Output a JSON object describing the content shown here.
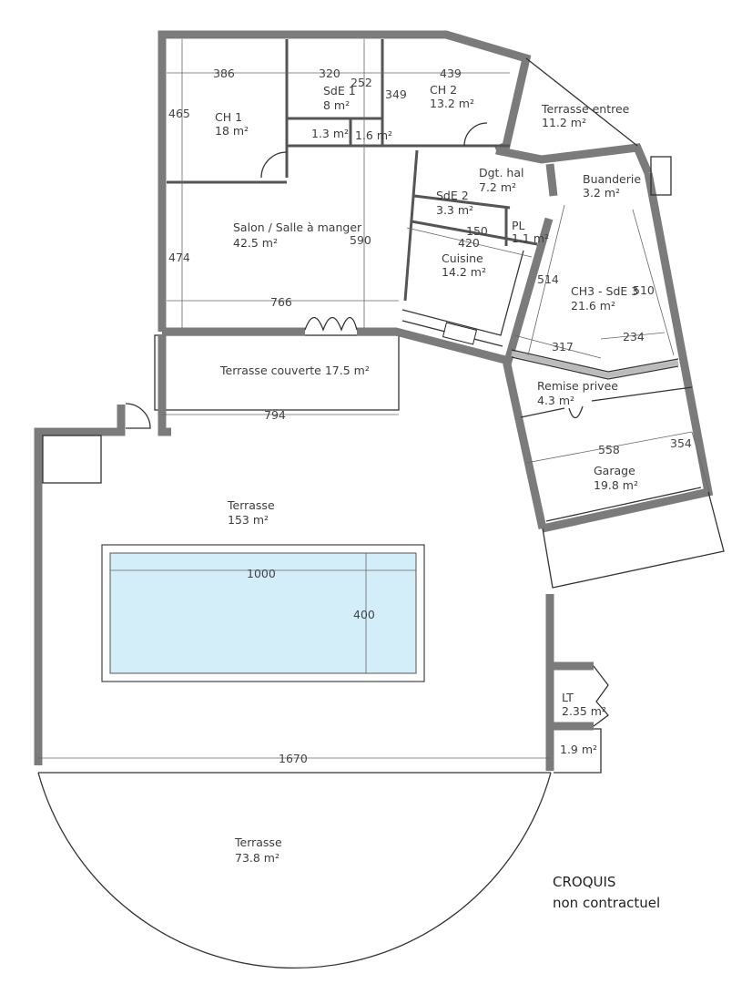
{
  "plan": {
    "pool_color": "#d4eef9",
    "wall_color": "#7b7b7b",
    "rooms": {
      "ch1": {
        "label": "CH 1",
        "area": "18 m²"
      },
      "sde1": {
        "label": "SdE 1",
        "area": "8 m²"
      },
      "wc": {
        "area": "1.3 m²"
      },
      "corridor": {
        "area": "1.6 m²"
      },
      "ch2": {
        "label": "CH 2",
        "area": "13.2 m²"
      },
      "terrasse_entree": {
        "label": "Terrasse entree",
        "area": "11.2 m²"
      },
      "dgt_hal": {
        "label": "Dgt. hal",
        "area": "7.2 m²"
      },
      "buanderie": {
        "label": "Buanderie",
        "area": "3.2 m²"
      },
      "sde2": {
        "label": "SdE 2",
        "area": "3.3 m²"
      },
      "pl": {
        "label": "PL",
        "area": "1.1 m²"
      },
      "salon": {
        "label": "Salon / Salle à manger",
        "area": "42.5 m²"
      },
      "cuisine": {
        "label": "Cuisine",
        "area": "14.2 m²"
      },
      "ch3": {
        "label": "CH3 - SdE 3",
        "area": "21.6 m²"
      },
      "remise": {
        "label": "Remise privee",
        "area": "4.3 m²"
      },
      "garage": {
        "label": "Garage",
        "area": "19.8 m²"
      },
      "terrasse_couverte": {
        "label": "Terrasse couverte 17.5 m²"
      },
      "terrasse": {
        "label": "Terrasse",
        "area": "153 m²"
      },
      "lt": {
        "label": "LT",
        "area": "2.35 m²"
      },
      "local": {
        "area": "1.9 m²"
      },
      "terrasse_ronde": {
        "label": "Terrasse",
        "area": "73.8 m²"
      }
    },
    "dimensions": {
      "d386": "386",
      "d320": "320",
      "d252": "252",
      "d349": "349",
      "d439": "439",
      "d465": "465",
      "d474": "474",
      "d590": "590",
      "d766": "766",
      "d150": "150",
      "d420": "420",
      "d514": "514",
      "d510": "510",
      "d317": "317",
      "d234": "234",
      "d558": "558",
      "d354": "354",
      "d794": "794",
      "d1000": "1000",
      "d400": "400",
      "d1670": "1670"
    },
    "note": {
      "line1": "CROQUIS",
      "line2": "non contractuel"
    }
  }
}
